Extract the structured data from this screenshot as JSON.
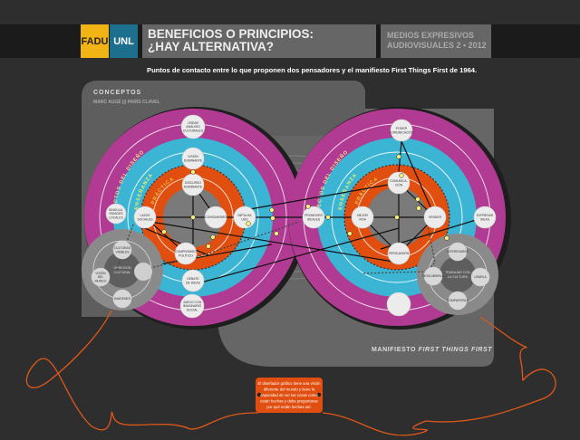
{
  "header": {
    "logo_fadu": "FADU",
    "logo_unl": "UNL",
    "title_line1": "BENEFICIOS O PRINCIPIOS:",
    "title_line2": "¿HAY ALTERNATIVA?",
    "course_line1": "MEDIOS EXPRESIVOS",
    "course_line2": "AUDIOVISUALES 2 • 2012",
    "subtitle": "Puntos de contacto entre lo que proponen dos pensadores y el manifiesto First Things First de 1964."
  },
  "colors": {
    "fadu_yellow": "#f2b315",
    "unl_blue": "#1d6f8e",
    "ring_magenta": "#b13a92",
    "ring_cyan": "#3cb4d4",
    "ring_orange": "#e04e10",
    "dot_yellow": "#f4ef7a",
    "string_orange": "#e0571a"
  },
  "panels": {
    "conceptos_title": "CONCEPTOS",
    "conceptos_authors": "MARC AUGÉ  |||  PARIS CLAVEL",
    "manifiesto_prefix": "MANIFIESTO ",
    "manifiesto_italic": "FIRST THINGS FIRST"
  },
  "ring_labels": {
    "efectos": "EFECTOS DEL DISEÑO",
    "ensenanza": "ENSEÑANZA",
    "practica": "PRÁCTICA"
  },
  "left_diagram": {
    "nodes": [
      {
        "id": "crear",
        "label": [
          "CREAR",
          "ANÁLISIS",
          "CULTURALES"
        ]
      },
      {
        "id": "vision",
        "label": [
          "VISIÓN",
          "DOMINANTE"
        ]
      },
      {
        "id": "discurso",
        "label": [
          "DISCURSO",
          "DOMINANTE"
        ]
      },
      {
        "id": "lazos",
        "label": [
          "LAZOS",
          "SOCIALES"
        ]
      },
      {
        "id": "consumismo",
        "label": [
          "CONSUMISMO"
        ]
      },
      {
        "id": "impulsa",
        "label": [
          "IMPULSA",
          "USO"
        ]
      },
      {
        "id": "singularidades",
        "label": [
          "SINGULA-",
          "RIDADES",
          "LOCALES"
        ]
      },
      {
        "id": "compromiso",
        "label": [
          "COMPROMISO",
          "POLÍTICO"
        ]
      },
      {
        "id": "debate",
        "label": [
          "DEBATE",
          "DE IDEAS"
        ]
      },
      {
        "id": "juego",
        "label": [
          "JUEGO CON",
          "IMAGINARIO",
          "SOCIAL"
        ]
      }
    ],
    "satellite": {
      "center": [
        "OPRESIÓN",
        "CULTURAL"
      ],
      "nodes": [
        {
          "id": "culturas",
          "label": [
            "CULTURAS",
            "VISIBLES"
          ]
        },
        {
          "id": "vision_mundo",
          "label": [
            "VISIÓN",
            "DEL",
            "MUNDO"
          ]
        },
        {
          "id": "imagenes",
          "label": [
            "IMÁGENES"
          ]
        }
      ]
    }
  },
  "right_diagram": {
    "nodes": [
      {
        "id": "poder",
        "label": [
          "PODER",
          "COMUNICACIÓN"
        ]
      },
      {
        "id": "comunicacion",
        "label": [
          "COMUNICA-",
          "CIÓN"
        ]
      },
      {
        "id": "mejor_vida",
        "label": [
          "MEJOR",
          "VIDA"
        ]
      },
      {
        "id": "vender",
        "label": [
          "VENDER"
        ]
      },
      {
        "id": "promover",
        "label": [
          "PROMOVER",
          "IDEALES"
        ]
      },
      {
        "id": "expresar",
        "label": [
          "EXPRESAR",
          "IDEAS"
        ]
      },
      {
        "id": "persuasion",
        "label": [
          "PERSUASIÓN"
        ]
      },
      {
        "id": "blank",
        "label": []
      }
    ],
    "satellite": {
      "center": [
        "TRABAJAR CON",
        "LA CULTURA"
      ],
      "nodes": [
        {
          "id": "interesarse",
          "label": [
            "INTERESARSE"
          ]
        },
        {
          "id": "usarla",
          "label": [
            "USARLA"
          ]
        },
        {
          "id": "descubrirla",
          "label": [
            "DESCUBRIRLA"
          ]
        },
        {
          "id": "compartirla",
          "label": [
            "COMPARTIRLA"
          ]
        }
      ]
    }
  },
  "tag": {
    "text_lines": [
      "El diseñador gráfico tiene una visión",
      "diferente del mundo y tiene la",
      "capacidad de ver las cosas como",
      "están hechas y debe preguntarse",
      "por qué están hechas así."
    ]
  }
}
